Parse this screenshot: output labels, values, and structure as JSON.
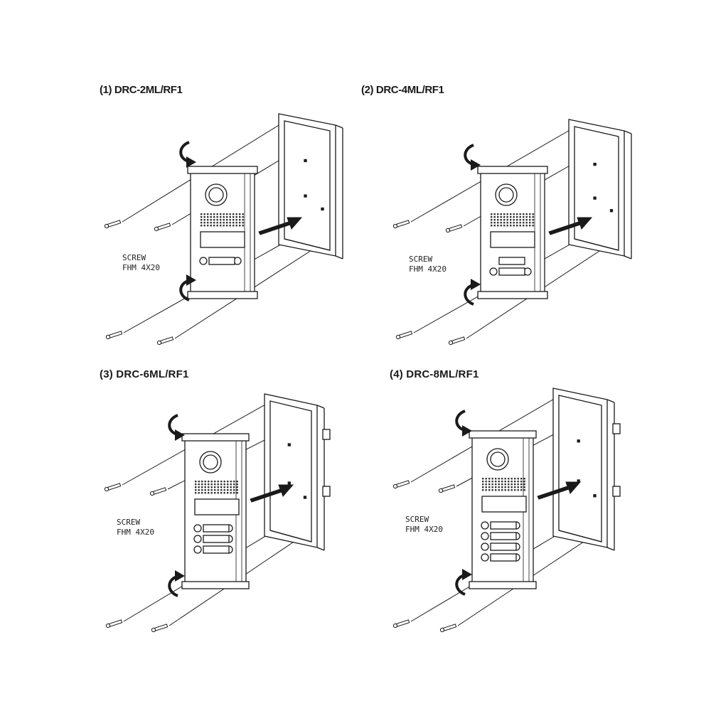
{
  "panels": [
    {
      "id": "1",
      "title": "(1) DRC-2ML/RF1",
      "screw_label": "SCREW",
      "screw_spec": "FHM 4X20",
      "button_rows": 1,
      "rows_have_left": [
        true
      ],
      "rows_have_right": [
        true
      ]
    },
    {
      "id": "2",
      "title": "(2) DRC-4ML/RF1",
      "screw_label": "SCREW",
      "screw_spec": "FHM 4X20",
      "button_rows": 2,
      "rows_have_left": [
        false,
        true
      ],
      "rows_have_right": [
        false,
        true
      ]
    },
    {
      "id": "3",
      "title": "(3)  DRC-6ML/RF1",
      "screw_label": "SCREW",
      "screw_spec": "FHM 4X20",
      "button_rows": 3,
      "rows_have_left": [
        true,
        true,
        true
      ],
      "rows_have_right": [
        true,
        true,
        true
      ]
    },
    {
      "id": "4",
      "title": "(4)  DRC-8ML/RF1",
      "screw_label": "SCREW",
      "screw_spec": "FHM 4X20",
      "button_rows": 4,
      "rows_have_left": [
        true,
        true,
        true,
        true
      ],
      "rows_have_right": [
        true,
        true,
        true,
        true
      ]
    }
  ],
  "colors": {
    "line": "#1a1a1a",
    "plate": "#ffffff",
    "grid_dot": "#333333"
  },
  "icons": {
    "rotate_arrow": "curved-rotate-arrow-icon",
    "insert_arrow": "insert-arrow-icon",
    "screw": "screw-icon"
  }
}
